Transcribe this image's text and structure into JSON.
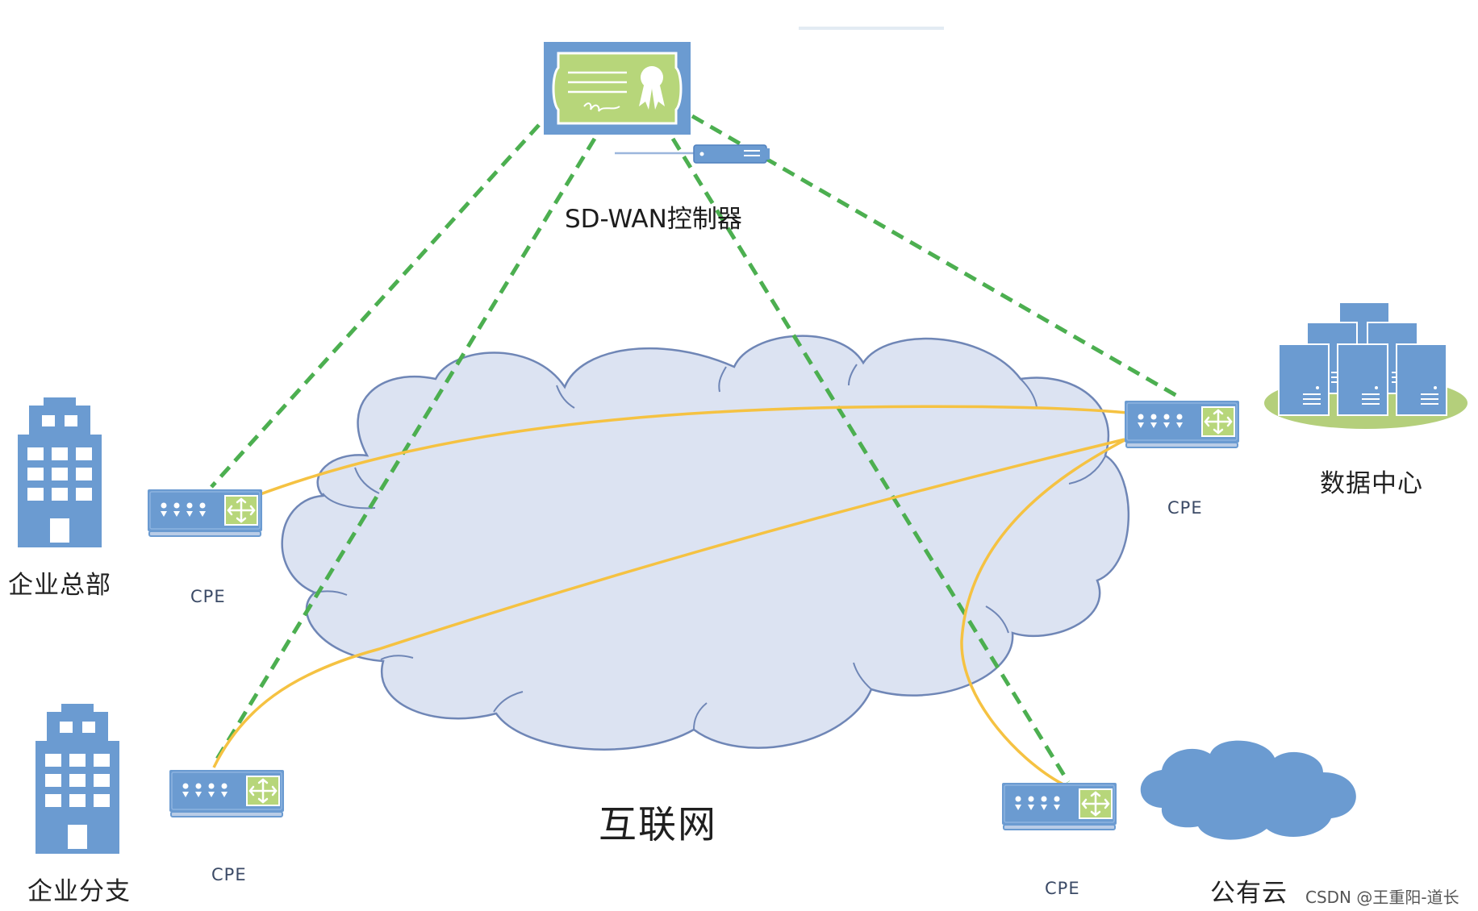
{
  "controller": {
    "label": "SD-WAN控制器",
    "icon": "certificate-icon",
    "server_icon": "server-icon"
  },
  "internet": {
    "label": "互联网"
  },
  "sites": [
    {
      "id": "hq",
      "label": "企业总部",
      "icon": "office-building-icon",
      "cpe_label": "CPE"
    },
    {
      "id": "branch",
      "label": "企业分支",
      "icon": "office-building-icon",
      "cpe_label": "CPE"
    },
    {
      "id": "datacenter",
      "label": "数据中心",
      "icon": "server-cluster-icon",
      "cpe_label": "CPE"
    },
    {
      "id": "cloud",
      "label": "公有云",
      "icon": "cloud-icon",
      "cpe_label": "CPE"
    }
  ],
  "watermark": "CSDN @王重阳-道长",
  "colors": {
    "device_blue": "#6b9bd1",
    "device_green": "#b7d67a",
    "cloud_fill": "#dce3f2",
    "cloud_stroke": "#6f86b6",
    "control_link": "#4caf50",
    "data_link": "#f5c242",
    "datacenter_base": "#b4cf7b"
  }
}
